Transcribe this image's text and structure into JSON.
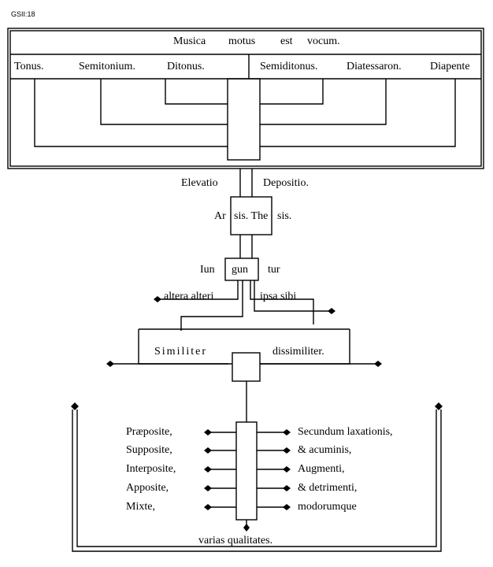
{
  "page_label": "GSII:18",
  "top": {
    "title": [
      "Musica",
      "motus",
      "est",
      "vocum."
    ],
    "intervals": [
      "Tonus.",
      "Semitonium.",
      "Ditonus.",
      "Semiditonus.",
      "Diatessaron.",
      "Diapente"
    ]
  },
  "motion": {
    "left": "Elevatio",
    "right": "Depositio.",
    "arsis_left": "Ar",
    "arsis_box": "sis. The",
    "thesis_right": "sis."
  },
  "join": {
    "left": "Iun",
    "box": "gun",
    "right": "tur",
    "branch_left": "altera alteri",
    "branch_right": "ipsa sibi"
  },
  "similarity": {
    "left": "Similiter",
    "right": "dissimiliter."
  },
  "bottom": {
    "left_items": [
      "Præposite,",
      "Supposite,",
      "Interposite,",
      "Apposite,",
      "Mixte,"
    ],
    "right_items": [
      "Secundum laxationis,",
      "& acuminis,",
      "Augmenti,",
      "& detrimenti,",
      "modorumque"
    ],
    "footer": "varias qualitates."
  },
  "icons": {
    "arrow": "cross-fleury-arrowhead"
  }
}
